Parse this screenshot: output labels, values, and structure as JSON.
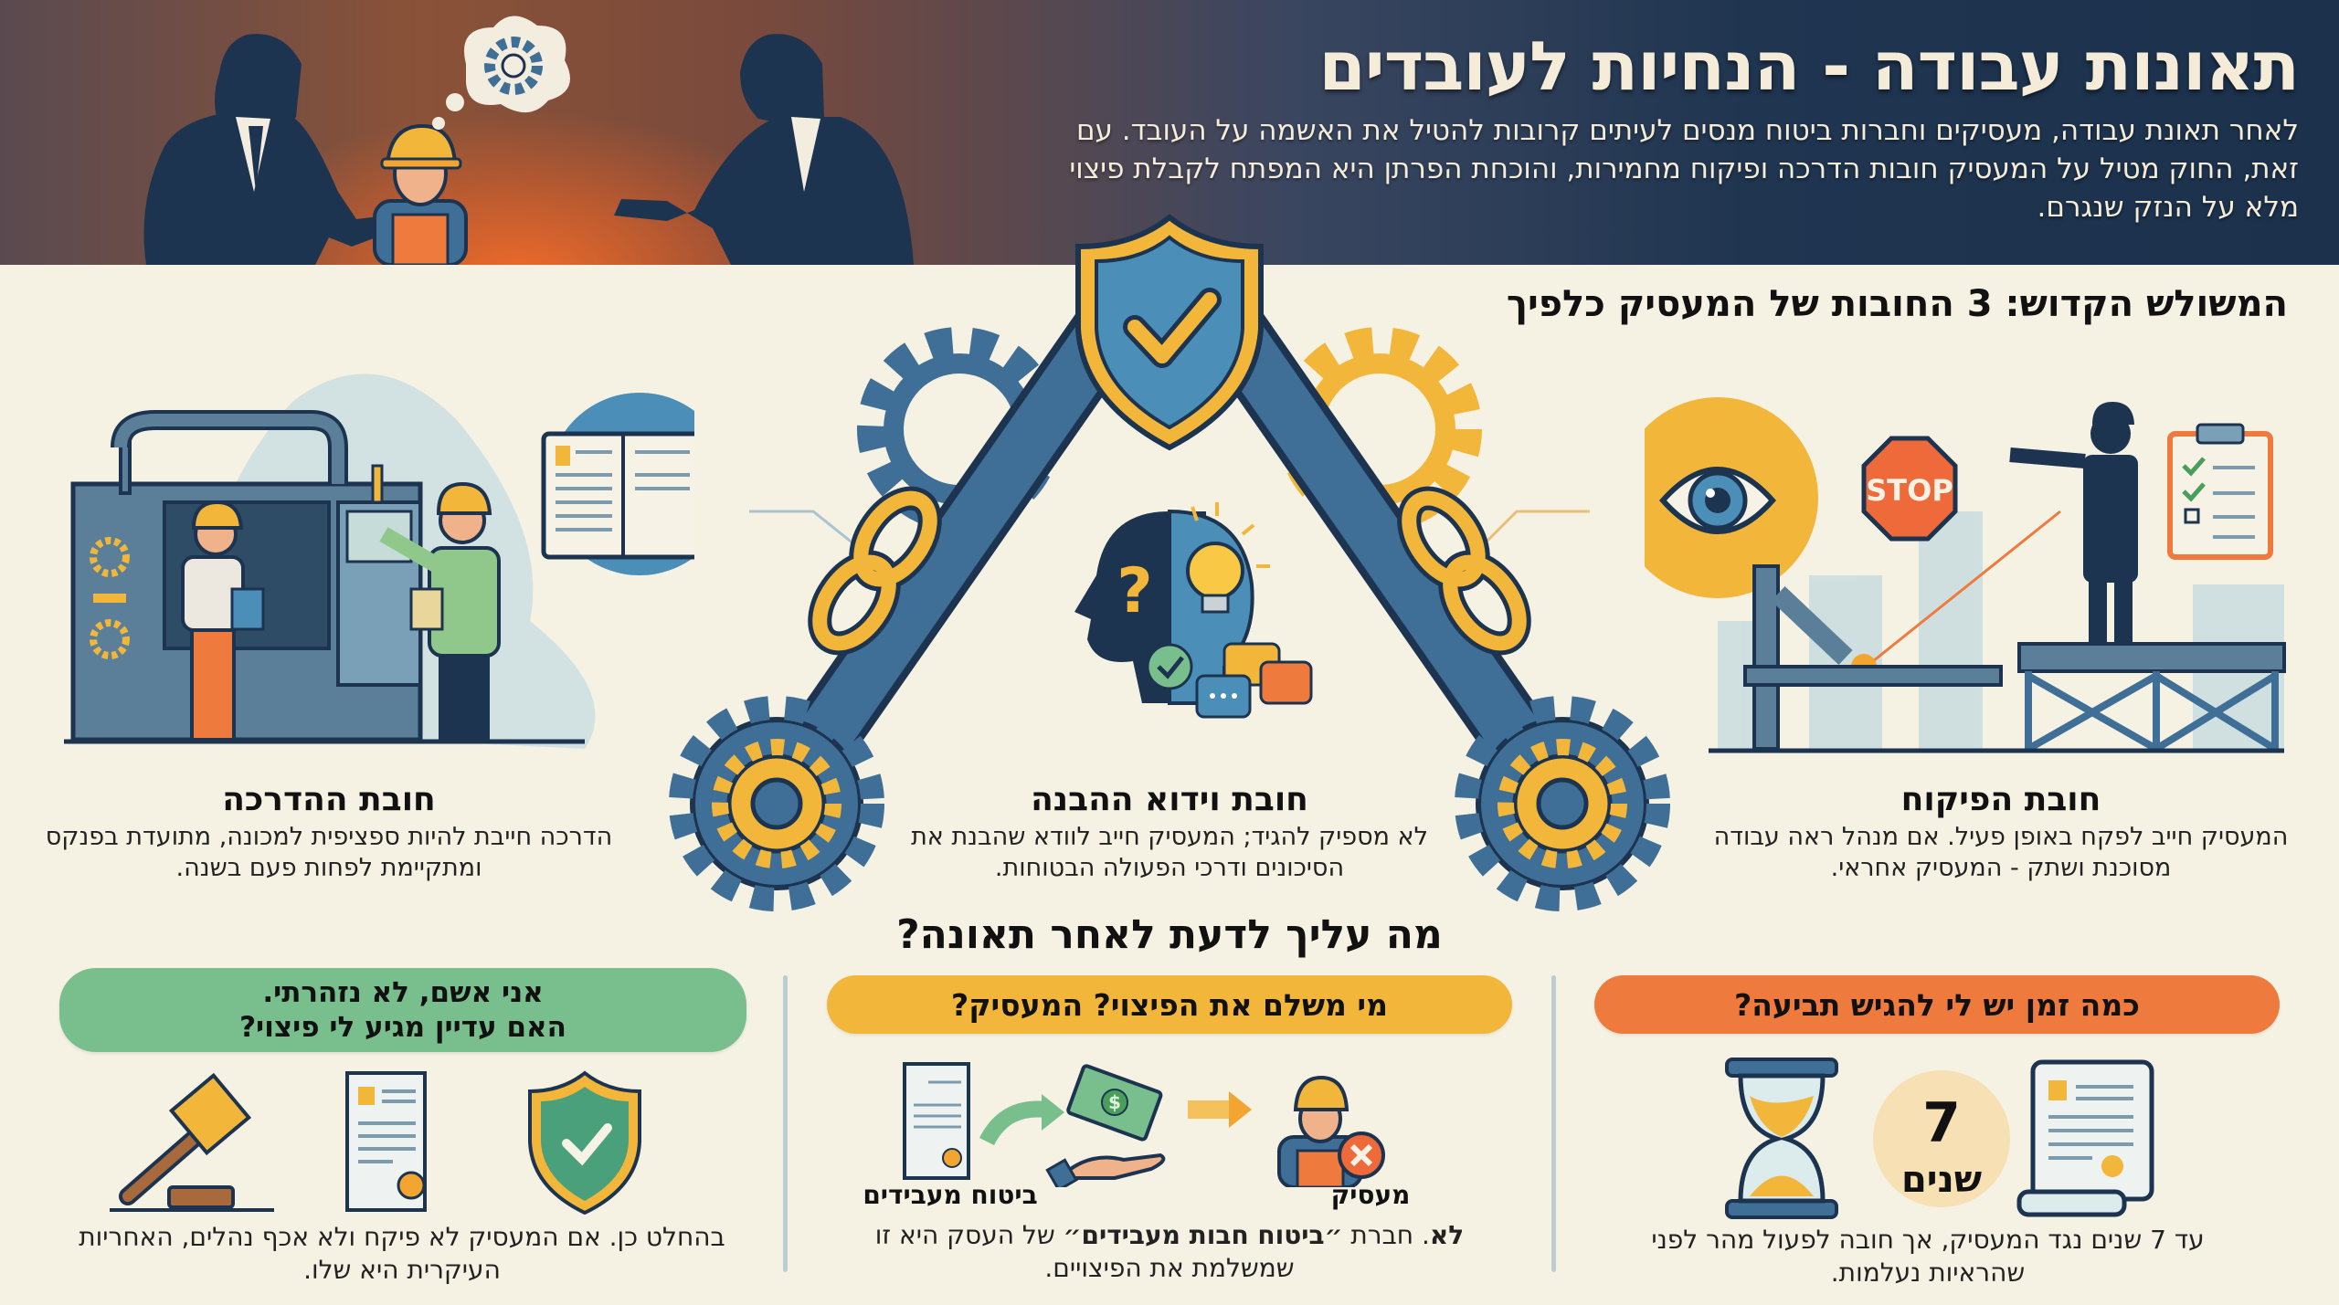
{
  "header": {
    "title": "תאונות עבודה - הנחיות לעובדים",
    "intro": "לאחר תאונת עבודה, מעסיקים וחברות ביטוח מנסים לעיתים קרובות להטיל את האשמה על העובד. עם זאת, החוק מטיל על המעסיק חובות הדרכה ופיקוח מחמירות, והוכחת הפרתן היא המפתח לקבלת פיצוי מלא על הנזק שנגרם.",
    "illustration": "two-managers-blaming-worker"
  },
  "duties": {
    "section_title": "המשולש הקדוש: 3 החובות של המעסיק כלפיך",
    "items": [
      {
        "id": "supervision",
        "title": "חובת הפיקוח",
        "text": "המעסיק חייב לפקח באופן פעיל. אם מנהל ראה עבודה מסוכנת ושתק - המעסיק אחראי.",
        "icons": [
          "eye-icon",
          "stop-sign-icon",
          "checklist-clipboard-icon",
          "supervisor-figure",
          "welding-robot"
        ],
        "stop_label": "STOP"
      },
      {
        "id": "understanding",
        "title": "חובת וידוא ההבנה",
        "text": "לא מספיק להגיד; המעסיק חייב לוודא שהבנת את הסיכונים ודרכי הפעולה הבטוחות.",
        "icons": [
          "head-icon",
          "question-mark-icon",
          "lightbulb-icon",
          "check-icon",
          "chat-bubbles-icon"
        ],
        "question_mark": "?"
      },
      {
        "id": "training",
        "title": "חובת ההדרכה",
        "text": "הדרכה חייבת להיות ספציפית למכונה, מתועדת בפנקס ומתקיימת לפחות פעם בשנה.",
        "icons": [
          "machine-icon",
          "workers-icon",
          "notebook-pencil-icon"
        ]
      }
    ],
    "center_icons": [
      "shield-check-icon",
      "gear-icon",
      "chain-link-icon"
    ]
  },
  "faq": {
    "title": "מה עליך לדעת לאחר תאונה?",
    "items": [
      {
        "id": "time-limit",
        "question": "כמה זמן יש לי להגיש תביעה?",
        "badge_number": "7",
        "badge_unit": "שנים",
        "answer": "עד 7 שנים נגד המעסיק, אך חובה לפעול מהר לפני שהראיות נעלמות.",
        "color": "#ee7a3d",
        "icons": [
          "hourglass-icon",
          "scroll-document-icon"
        ]
      },
      {
        "id": "who-pays",
        "question": "מי משלם את הפיצוי? המעסיק?",
        "label_left": "ביטוח מעבידים",
        "label_right": "מעסיק",
        "answer_bold_1": "לא",
        "answer_part_1": ". חברת ",
        "answer_bold_2": "״ביטוח חבות מעבידים״",
        "answer_part_2": " של העסק היא זו שמשלמת את הפיצויים.",
        "color": "#f2b73a",
        "icons": [
          "policy-document-icon",
          "money-hand-icon",
          "worker-x-icon"
        ],
        "currency_symbol": "$"
      },
      {
        "id": "my-fault",
        "question_line1": "אני אשם, לא נזהרתי.",
        "question_line2": "האם עדיין מגיע לי פיצוי?",
        "answer": "בהחלט כן. אם המעסיק לא פיקח ולא אכף נהלים, האחריות העיקרית היא שלו.",
        "color": "#78bf8d",
        "icons": [
          "gavel-icon",
          "certificate-icon",
          "shield-check-icon"
        ]
      }
    ]
  },
  "colors": {
    "navy": "#1f3a57",
    "steel": "#3f6f96",
    "gold": "#f2b73a",
    "orange": "#ee7a3d",
    "green": "#78bf8d",
    "paper": "#f5f1e3"
  }
}
